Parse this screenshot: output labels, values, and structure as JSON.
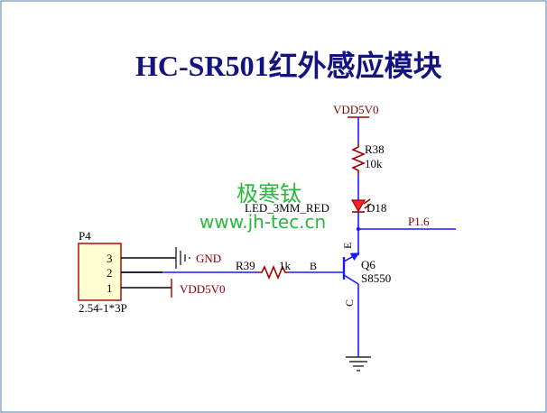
{
  "title": "HC-SR501红外感应模块",
  "watermark": {
    "line1": "极寒钛",
    "line2": "www.jh-tec.cn",
    "color": "#28b83a"
  },
  "connector": {
    "ref": "P4",
    "footprint": "2.54-1*3P",
    "pins": [
      "3",
      "2",
      "1"
    ],
    "pin3_net": "GND",
    "pin1_net": "VDD5V0"
  },
  "power_top": "VDD5V0",
  "r38": {
    "ref": "R38",
    "value": "10k"
  },
  "led": {
    "ref": "D18",
    "part": "LED_3MM_RED"
  },
  "net_label": "P1.6",
  "r39": {
    "ref": "R39",
    "value": "1k"
  },
  "transistor": {
    "ref": "Q6",
    "part": "S8550",
    "pin_b": "B",
    "pin_e": "E",
    "pin_c": "C"
  },
  "colors": {
    "wire": "#1a1aff",
    "component": "#a00000",
    "title": "#141480",
    "label": "#800000"
  }
}
